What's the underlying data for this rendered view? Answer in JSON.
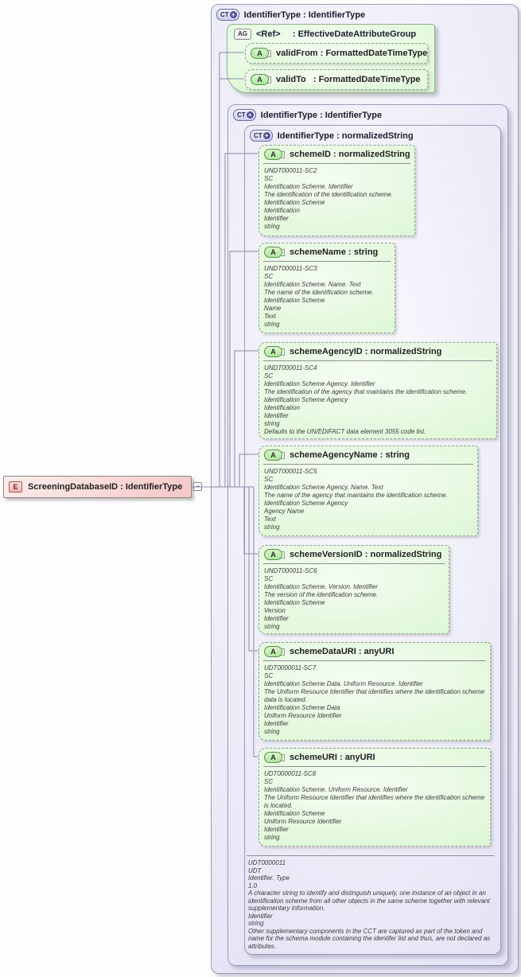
{
  "badges": {
    "complex_type": "CT",
    "expand": "+",
    "attribute_group": "AG",
    "attribute": "A",
    "element": "E",
    "collapse": "−"
  },
  "element": {
    "title": "ScreeningDatabaseID : IdentifierType"
  },
  "outer": {
    "title": "IdentifierType : IdentifierType"
  },
  "attribute_group": {
    "title": "<Ref>     : EffectiveDateAttributeGroup",
    "attributes": [
      {
        "name": "validFrom",
        "title": "validFrom : FormattedDateTimeType"
      },
      {
        "name": "validTo",
        "title": "validTo   : FormattedDateTimeType"
      }
    ]
  },
  "inner": {
    "title": "IdentifierType : IdentifierType"
  },
  "content": {
    "title": "IdentifierType : normalizedString",
    "attributes": [
      {
        "name": "schemeID",
        "title": "schemeID : normalizedString",
        "annotation": [
          "UNDT000011-SC2",
          "SC",
          "Identification Scheme. Identifier",
          "The identification of the identification scheme.",
          "Identification Scheme",
          "Identification",
          "Identifier",
          "string"
        ]
      },
      {
        "name": "schemeName",
        "title": "schemeName : string",
        "annotation": [
          "UNDT000011-SC3",
          "SC",
          "Identification Scheme. Name. Text",
          "The name of the identification scheme.",
          "Identification Scheme",
          "Name",
          "Text",
          "string"
        ]
      },
      {
        "name": "schemeAgencyID",
        "title": "schemeAgencyID : normalizedString",
        "annotation": [
          "UNDT000011-SC4",
          "SC",
          "Identification Scheme Agency. Identifier",
          "The identification of the agency that maintains the identification scheme.",
          "Identification Scheme Agency",
          "Identification",
          "Identifier",
          "string",
          "Defaults to the UN/EDIFACT data element 3055 code list."
        ]
      },
      {
        "name": "schemeAgencyName",
        "title": "schemeAgencyName : string",
        "annotation": [
          "UNDT000011-SC5",
          "SC",
          "Identification Scheme Agency. Name. Text",
          "The name of the agency that maintains the identification scheme.",
          "Identification Scheme Agency",
          "Agency Name",
          "Text",
          "string"
        ]
      },
      {
        "name": "schemeVersionID",
        "title": "schemeVersionID : normalizedString",
        "annotation": [
          "UNDT000011-SC6",
          "SC",
          "Identification Scheme. Version. Identifier",
          "The version of the identification scheme.",
          "Identification Scheme",
          "Version",
          "Identifier",
          "string"
        ]
      },
      {
        "name": "schemeDataURI",
        "title": "schemeDataURI : anyURI",
        "annotation": [
          "UDT0000011-SC7",
          "SC",
          "Identification Scheme Data. Uniform Resource. Identifier",
          "The Uniform Resource Identifier that identifies where the identification scheme data is located.",
          "Identification Scheme Data",
          "Uniform Resource Identifier",
          "Identifier",
          "string"
        ]
      },
      {
        "name": "schemeURI",
        "title": "schemeURI : anyURI",
        "annotation": [
          "UDT0000011-SC8",
          "SC",
          "Identification Scheme. Uniform Resource. Identifier",
          "The Uniform Resource Identifier that identifies where the identification scheme is located.",
          "Identification Scheme",
          "Uniform Resource Identifier",
          "Identifier",
          "string"
        ]
      }
    ],
    "annotation": [
      "UDT0000011",
      "UDT",
      "Identifier. Type",
      "1.0",
      "A character string to identify and distinguish uniquely, one instance of an object in an identification scheme from all other objects in the same scheme together with relevant supplementary information.",
      "Identifier",
      "string",
      "Other supplementary components in the CCT are captured as part of the token and name for the schema module containing the identifer list and thus, are not declared as attributes."
    ]
  },
  "colors": {
    "container_fill": "#e9e9f7",
    "container_border": "#9b9bb5",
    "group_fill": "#dff8d8",
    "attribute_fill": "#e4f8dd",
    "element_fill": "#f9d6d6",
    "element_border": "#b05050",
    "connector": "#8a8aa5"
  }
}
